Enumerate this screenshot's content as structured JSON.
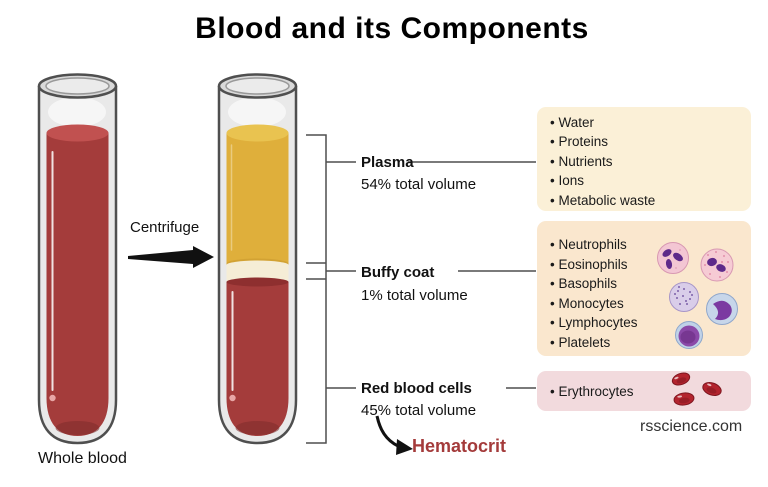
{
  "title": "Blood and its Components",
  "tubes": {
    "whole_blood_label": "Whole blood",
    "centrifuge_label": "Centrifuge"
  },
  "layers": [
    {
      "name": "Plasma",
      "volume": "54% total volume",
      "components": [
        "Water",
        "Proteins",
        "Nutrients",
        "Ions",
        "Metabolic waste"
      ]
    },
    {
      "name": "Buffy coat",
      "volume": "1% total volume",
      "components": [
        "Neutrophils",
        "Eosinophils",
        "Basophils",
        "Monocytes",
        "Lymphocytes",
        "Platelets"
      ]
    },
    {
      "name": "Red blood cells",
      "volume": "45% total volume",
      "components": [
        "Erythrocytes"
      ]
    }
  ],
  "hematocrit_label": "Hematocrit",
  "watermark": "rsscience.com",
  "colors": {
    "blood_red": "#a43c3b",
    "blood_red_top": "#c15150",
    "plasma_yellow": "#dfaf3b",
    "plasma_yellow_top": "#e9c350",
    "buffy_cream": "#f5edd6",
    "hematocrit_text": "#a43b3b",
    "plasma_box_bg": "#fbf0d7",
    "buffy_box_bg": "#fae7ce",
    "rbc_box_bg": "#f2dadd"
  },
  "icons": {
    "neutrophil": "pink cell with multilobed purple nucleus",
    "eosinophil": "pink speckled cell with bilobed purple nucleus",
    "basophil": "lavender speckled cell",
    "monocyte": "blue cell with kidney-shaped purple nucleus",
    "lymphocyte": "blue cell with large round purple nucleus",
    "erythrocyte": "red biconcave discs",
    "centrifuge-arrow": "black arrow pointing right",
    "hematocrit-arrow": "curved black arrow"
  }
}
